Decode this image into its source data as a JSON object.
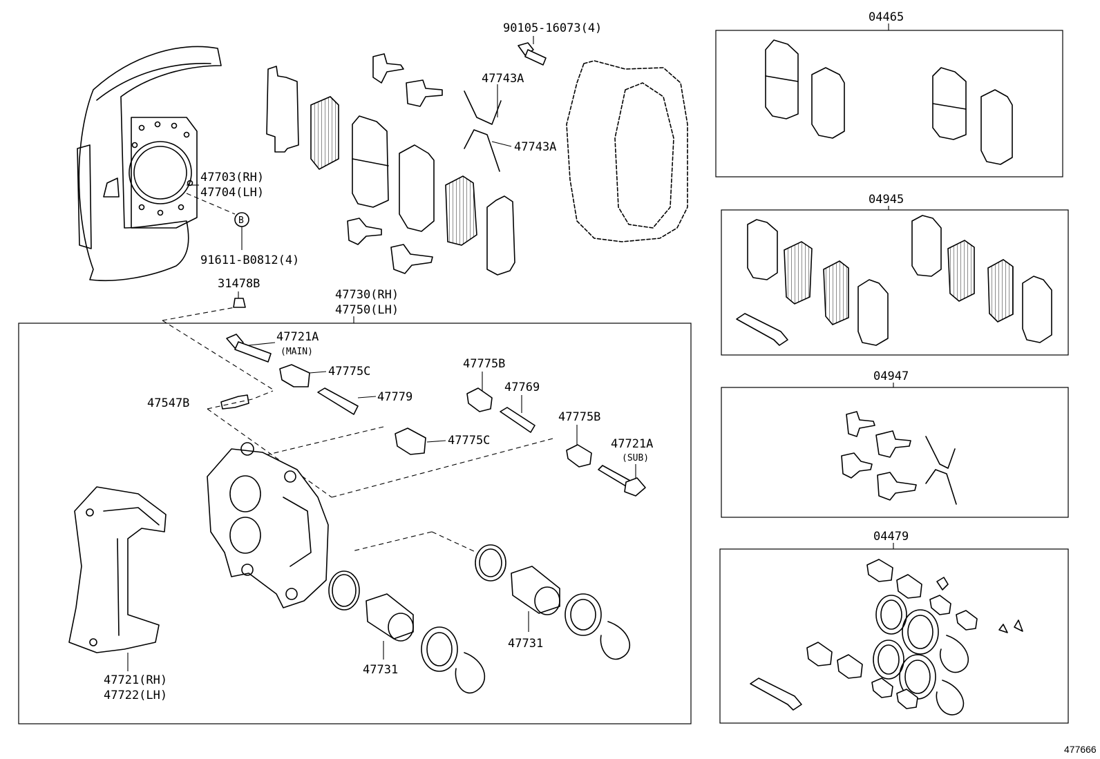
{
  "diagram": {
    "labels": {
      "shield": [
        "47703(RH)",
        "47704(LH)"
      ],
      "shield_bolt": "91611-B0812(4)",
      "b_marker": "B",
      "bolt_top": "90105-16073(4)",
      "spring_1": "47743A",
      "spring_2": "47743A",
      "plug": "31478B",
      "caliper_assy": [
        "47730(RH)",
        "47750(LH)"
      ],
      "pin_main": "47721A",
      "pin_main_note": "(MAIN)",
      "boot_1": "47775C",
      "sleeve_1": "47779",
      "bleeder": "47547B",
      "boot_2": "47775C",
      "boot_3": "47775B",
      "sleeve_2": "47769",
      "boot_4": "47775B",
      "pin_sub": "47721A",
      "pin_sub_note": "(SUB)",
      "mounting": [
        "47721(RH)",
        "47722(LH)"
      ],
      "piston_1": "47731",
      "piston_2": "47731",
      "kit_pads": "04465",
      "kit_pads_shims": "04945",
      "kit_fitting": "04947",
      "kit_cylinder": "04479",
      "figure_id": "477666"
    }
  }
}
